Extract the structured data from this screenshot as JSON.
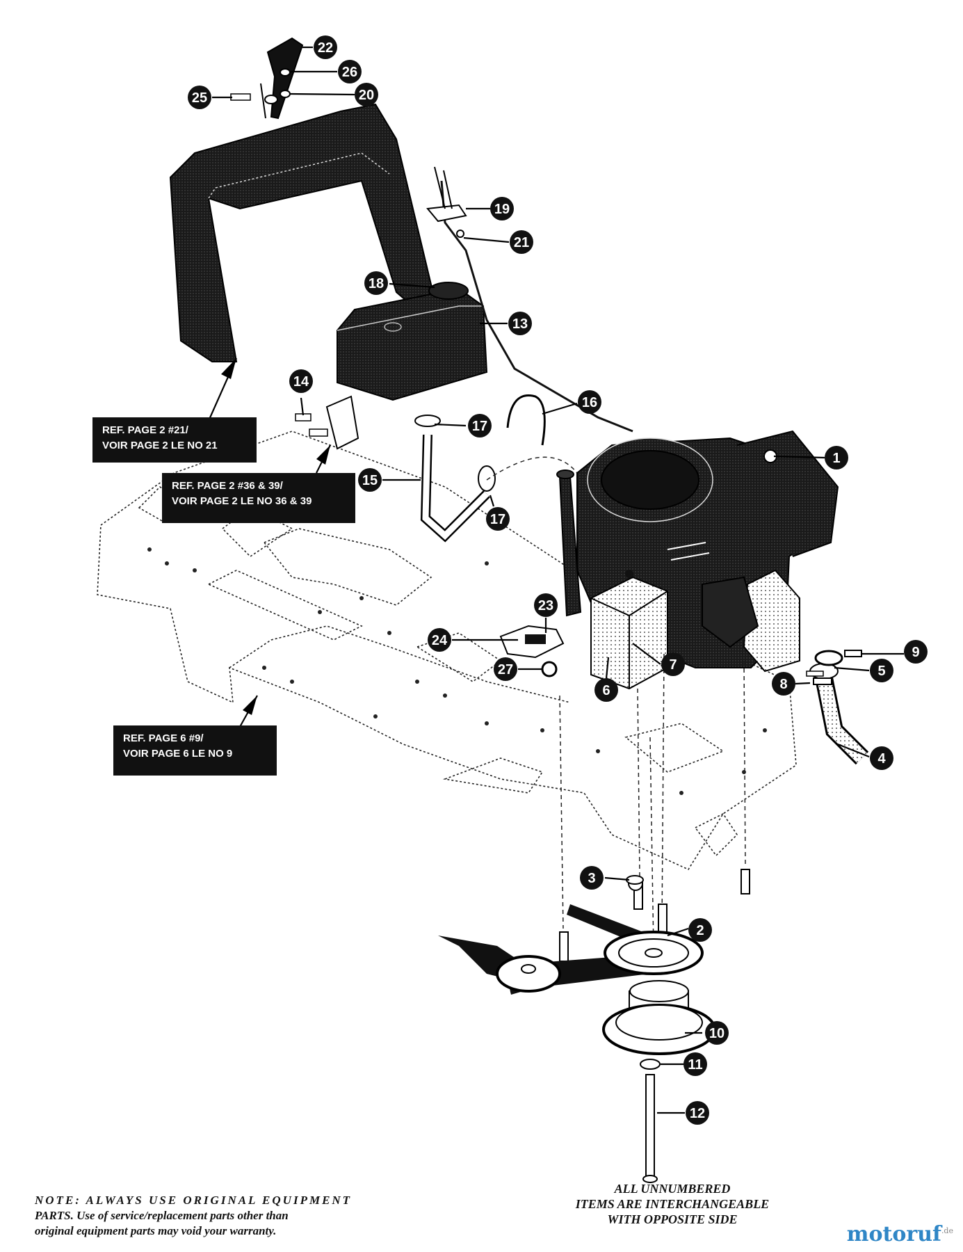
{
  "callouts": [
    {
      "num": "1"
    },
    {
      "num": "2"
    },
    {
      "num": "3"
    },
    {
      "num": "4"
    },
    {
      "num": "5"
    },
    {
      "num": "6"
    },
    {
      "num": "7"
    },
    {
      "num": "8"
    },
    {
      "num": "9"
    },
    {
      "num": "10"
    },
    {
      "num": "11"
    },
    {
      "num": "12"
    },
    {
      "num": "13"
    },
    {
      "num": "14"
    },
    {
      "num": "15"
    },
    {
      "num": "16"
    },
    {
      "num": "17"
    },
    {
      "num": "17"
    },
    {
      "num": "18"
    },
    {
      "num": "19"
    },
    {
      "num": "20"
    },
    {
      "num": "21"
    },
    {
      "num": "22"
    },
    {
      "num": "23"
    },
    {
      "num": "24"
    },
    {
      "num": "25"
    },
    {
      "num": "26"
    },
    {
      "num": "27"
    }
  ],
  "refs": [
    {
      "line1": "REF. PAGE 2 #21/",
      "line2": "VOIR PAGE 2 LE NO 21"
    },
    {
      "line1": "REF. PAGE 2 #36 & 39/",
      "line2": "VOIR PAGE 2 LE NO 36 & 39"
    },
    {
      "line1": "REF. PAGE 6 #9/",
      "line2": "VOIR PAGE 6 LE NO 9"
    }
  ],
  "note": {
    "lead": "NOTE: ALWAYS USE ORIGINAL EQUIPMENT",
    "line2": "PARTS. Use of service/replacement parts other than",
    "line3": "original equipment parts may void your warranty."
  },
  "unnumbered": {
    "line1": "ALL UNNUMBERED",
    "line2": "ITEMS ARE INTERCHANGEABLE",
    "line3": "WITH OPPOSITE SIDE"
  },
  "brand": {
    "name": "motoruf",
    "suffix": ".de"
  }
}
